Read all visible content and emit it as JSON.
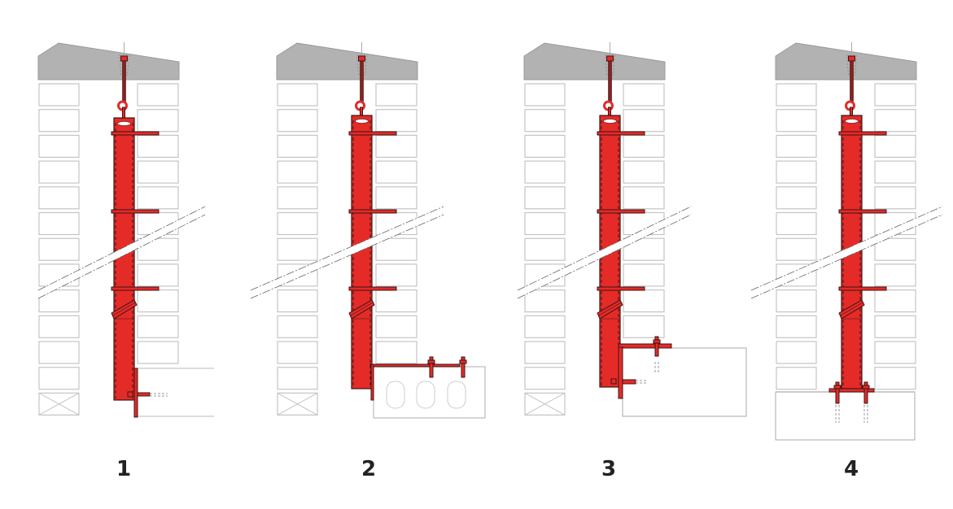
{
  "panels": [
    {
      "label": "1",
      "variant": "side-wall-bracket"
    },
    {
      "label": "2",
      "variant": "hollow-slab-bracket"
    },
    {
      "label": "3",
      "variant": "slab-edge-bracket"
    },
    {
      "label": "4",
      "variant": "floor-base-plate"
    }
  ],
  "colors": {
    "duct": "#e52b28",
    "outline": "#3a1414",
    "slab": "#b3b2b2",
    "brick": "#c4c4c4"
  }
}
